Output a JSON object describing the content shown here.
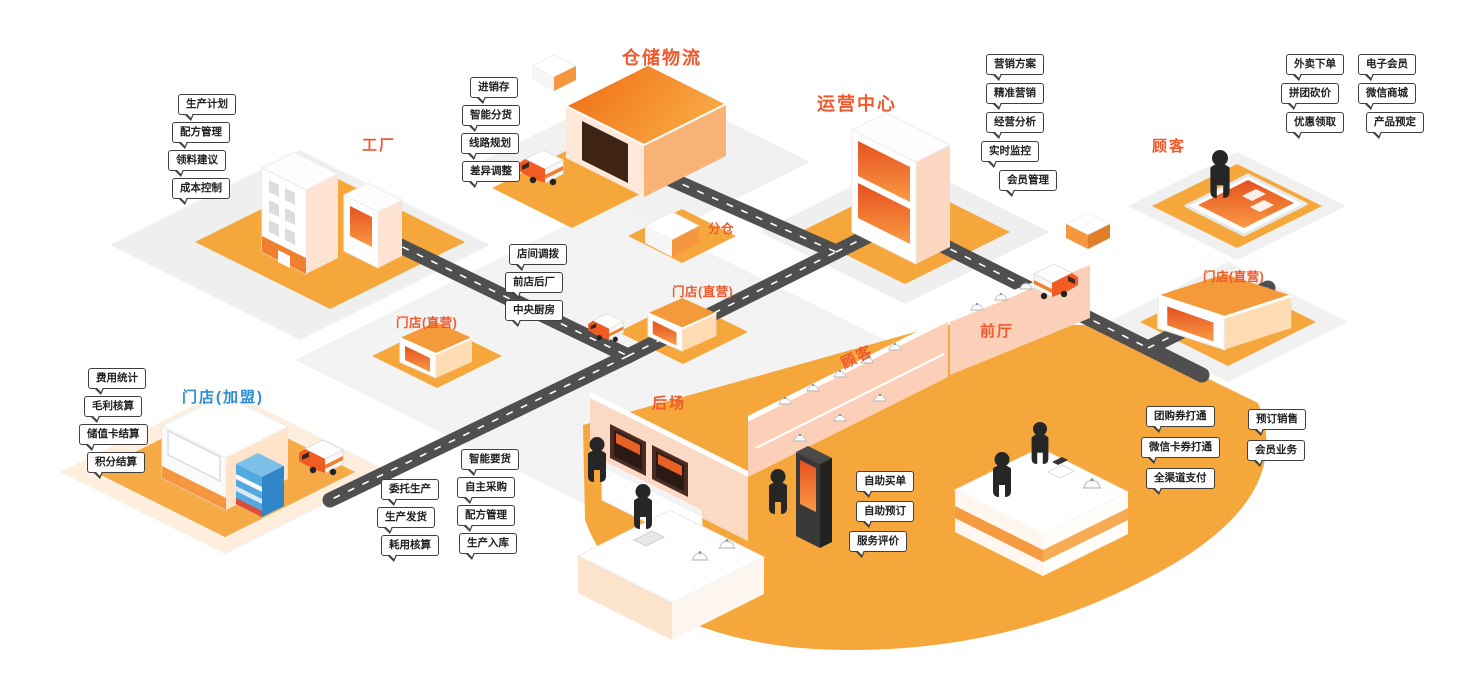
{
  "colors": {
    "accent_orange": "#f1582b",
    "platform_orange": "#f5a73c",
    "building_orange": "#f08030",
    "road_gray": "#4f4f4f",
    "franchise_blue": "#2a8fd8",
    "wall_pink": "#fcd9c4"
  },
  "titles": {
    "factory": "工厂",
    "warehouse_logistics": "仓储物流",
    "sub_warehouse": "分仓",
    "operation_center": "运营中心",
    "customer": "顾客",
    "store_direct": "门店(直营)",
    "store_franchise": "门店(加盟)",
    "back_area": "后场",
    "customer_floor": "顾客",
    "front_hall": "前厅"
  },
  "labels": {
    "factory": [
      "生产计划",
      "配方管理",
      "领料建议",
      "成本控制"
    ],
    "warehouse": [
      "进销存",
      "智能分货",
      "线路规划",
      "差异调整"
    ],
    "transfer": [
      "店间调拨",
      "前店后厂",
      "中央厨房"
    ],
    "operation": [
      "营销方案",
      "精准营销",
      "经营分析",
      "实时监控",
      "会员管理"
    ],
    "customer_online": [
      "外卖下单",
      "电子会员",
      "拼团砍价",
      "微信商城",
      "优惠领取",
      "产品预定"
    ],
    "franchise": [
      "费用统计",
      "毛利核算",
      "储值卡结算",
      "积分结算"
    ],
    "production": [
      "委托生产",
      "生产发货",
      "耗用核算"
    ],
    "back_area": [
      "智能要货",
      "自主采购",
      "配方管理",
      "生产入库"
    ],
    "self_service": [
      "自助买单",
      "自助预订",
      "服务评价"
    ],
    "front_hall": [
      "团购券打通",
      "预订销售",
      "微信卡券打通",
      "会员业务",
      "全渠道支付"
    ]
  }
}
